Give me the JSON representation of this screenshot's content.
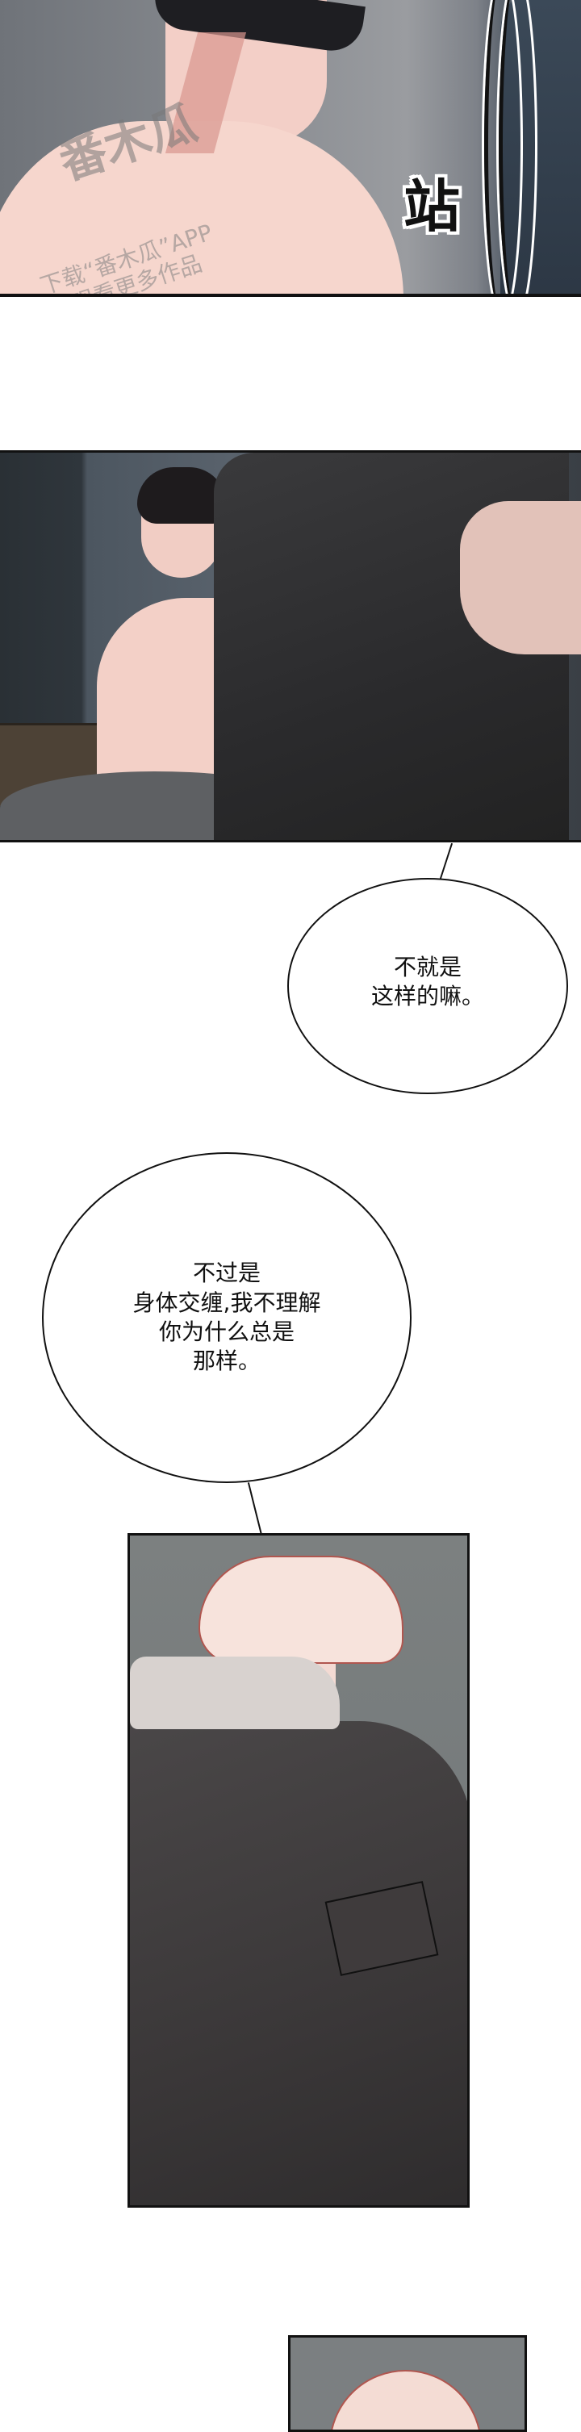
{
  "page": {
    "type": "vertical-webtoon-strip",
    "background_color": "#ffffff"
  },
  "panels": [
    {
      "id": "panel-1",
      "description": "Close-up of shirtless dark-haired man's neck and shoulder, coat on right edge",
      "sfx": "站",
      "watermark": {
        "logo_text": "番木瓜",
        "line1": "下载“番木瓜”APP",
        "line2": "观看更多作品"
      }
    },
    {
      "id": "panel-2",
      "description": "Shirtless dark-haired man sitting in bed while another person pulls on a dark jacket"
    },
    {
      "id": "panel-3",
      "description": "Blond man seen from behind wearing dark jacket with light hood"
    },
    {
      "id": "panel-4",
      "description": "Top of blond man's head (panel cut off)"
    }
  ],
  "dialogue": [
    {
      "id": "bubble-1",
      "lines": [
        "不就是",
        "这样的嘛。"
      ]
    },
    {
      "id": "bubble-2",
      "lines": [
        "不过是",
        "身体交缠,我不理解",
        "你为什么总是",
        "那样。"
      ]
    }
  ],
  "colors": {
    "panel_border": "#111111",
    "skin": "#f3d0c7",
    "bg_gray": "#7c8080",
    "coat_dark": "#2e2c2d"
  }
}
